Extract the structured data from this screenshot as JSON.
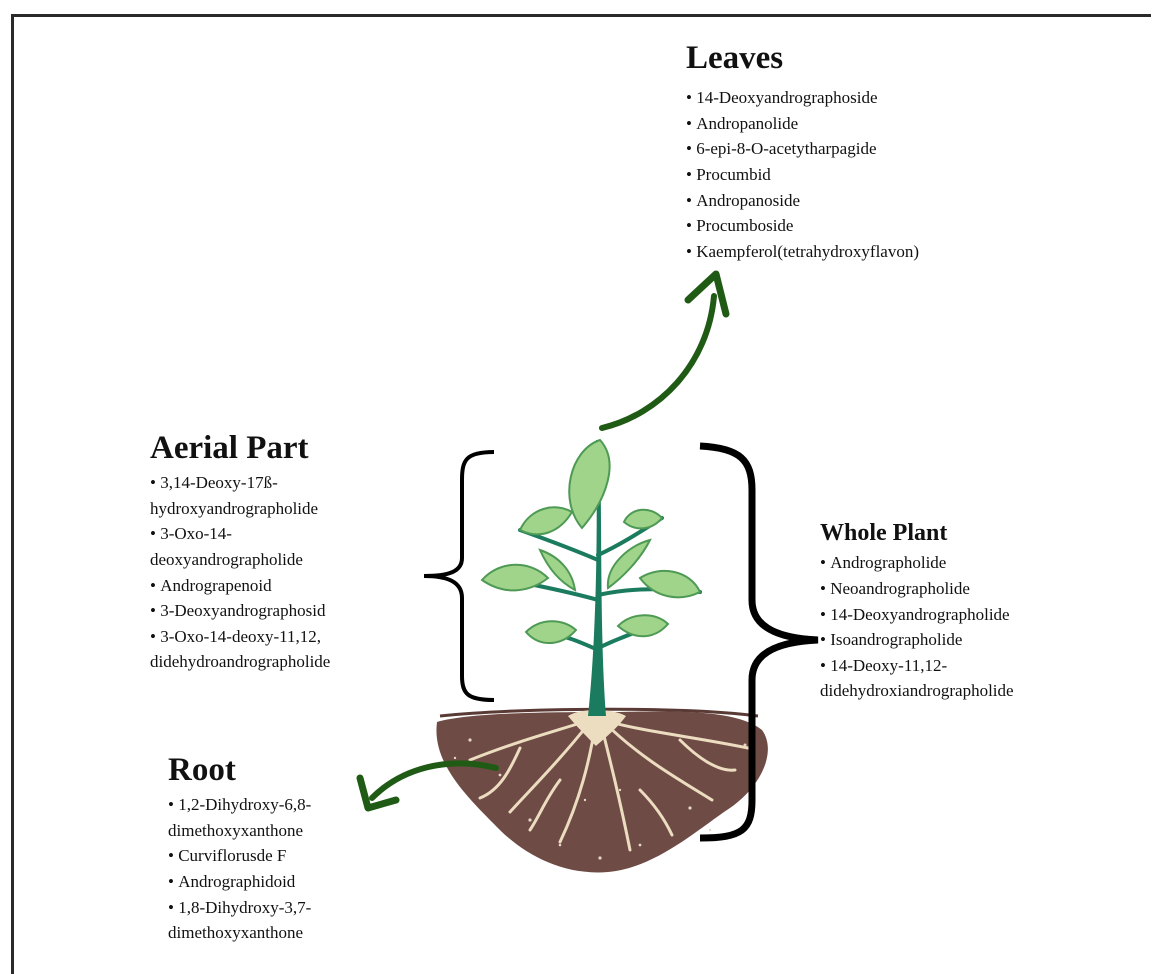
{
  "sections": {
    "leaves": {
      "title": "Leaves",
      "items": [
        "14-Deoxyandrographoside",
        "Andropanolide",
        "6-epi-8-O-acetytharpagide",
        "Procumbid",
        "Andropanoside",
        "Procumboside",
        "Kaempferol(tetrahydroxyflavon)"
      ]
    },
    "aerial": {
      "title": "Aerial Part",
      "items": [
        "3,14-Deoxy-17ß-",
        "hydroxyandrographolide",
        "3-Oxo-14-",
        "deoxyandrographolide",
        "Andrograpenoid",
        "3-Deoxyandrographosid",
        "3-Oxo-14-deoxy-11,12,",
        "didehydroandrographolide"
      ],
      "bulleted": [
        true,
        false,
        true,
        false,
        true,
        true,
        true,
        false
      ]
    },
    "whole": {
      "title": "Whole Plant",
      "items": [
        "Andrographolide",
        "Neoandrographolide",
        "14-Deoxyandrographolide",
        "Isoandrographolide",
        "14-Deoxy-11,12-",
        "didehydroxiandrographolide"
      ],
      "bulleted": [
        true,
        true,
        true,
        true,
        true,
        false
      ]
    },
    "root": {
      "title": "Root",
      "items": [
        "1,2-Dihydroxy-6,8-",
        "dimethoxyxanthone",
        "Curviflorusde F",
        "Andrographidoid",
        "1,8-Dihydroxy-3,7-",
        "dimethoxyxanthone"
      ],
      "bulleted": [
        true,
        false,
        true,
        true,
        true,
        false
      ]
    }
  },
  "colors": {
    "arrow": "#1f5b14",
    "brace": "#000000",
    "soil": "#6e4b45",
    "roots": "#ecdcc0",
    "stem": "#1b7b5e",
    "leaf": "#9fd48a",
    "leaf_dark": "#4e9a55"
  }
}
